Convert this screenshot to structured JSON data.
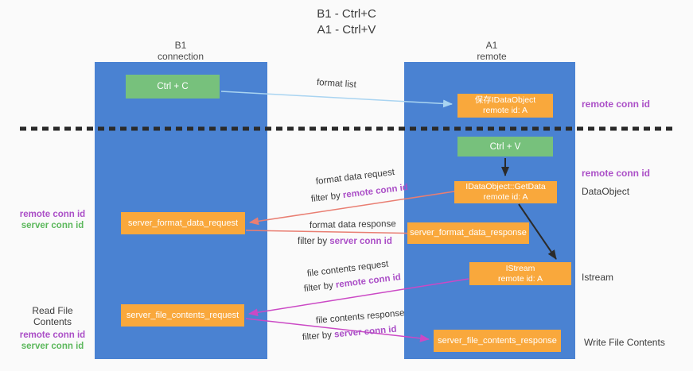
{
  "title": {
    "line1": "B1 - Ctrl+C",
    "line2": "A1 - Ctrl+V"
  },
  "lanes": {
    "left": {
      "name": "B1",
      "subtitle": "connection"
    },
    "right": {
      "name": "A1",
      "subtitle": "remote"
    }
  },
  "boxes": {
    "ctrl_c": {
      "label": "Ctrl + C"
    },
    "save_idataobject": {
      "line1": "保存IDataObject",
      "line2": "remote id: A"
    },
    "ctrl_v": {
      "label": "Ctrl + V"
    },
    "getdata": {
      "line1": "IDataObject::GetData",
      "line2": "remote id: A"
    },
    "server_format_data_request": {
      "label": "server_format_data_request"
    },
    "server_format_data_response": {
      "label": "server_format_data_response"
    },
    "istream": {
      "line1": "IStream",
      "line2": "remote id: A"
    },
    "server_file_contents_request": {
      "label": "server_file_contents_request"
    },
    "server_file_contents_response": {
      "label": "server_file_contents_response"
    }
  },
  "flow_labels": {
    "format_list": "format list",
    "format_data_request": "format data request",
    "format_data_response": "format data response",
    "file_contents_request": "file contents request",
    "file_contents_response": "file contents response",
    "filter_prefix": "filter by ",
    "remote_conn_id": "remote conn id",
    "server_conn_id": "server conn id"
  },
  "margin_labels": {
    "right_top_remote_conn_id": "remote conn id",
    "right_mid_remote_conn_id": "remote conn id",
    "data_object": "DataObject",
    "istream": "Istream",
    "write_file_contents": "Write File Contents",
    "left_remote_conn_id": "remote conn id",
    "left_server_conn_id": "server conn id",
    "read_file_contents": "Read File Contents",
    "left2_remote_conn_id": "remote conn id",
    "left2_server_conn_id": "server conn id"
  },
  "colors": {
    "lane_blue": "#4a82d2",
    "box_green": "#77c17c",
    "box_orange": "#f9a83c",
    "arrow_light_blue": "#a9d4f1",
    "arrow_red": "#e97e72",
    "arrow_magenta": "#cb49c5",
    "arrow_black": "#2b2b2b",
    "text_purple": "#ab4fc7",
    "text_green": "#5cb85c",
    "dashed_line": "#2b2b2b",
    "background": "#fafafa"
  }
}
